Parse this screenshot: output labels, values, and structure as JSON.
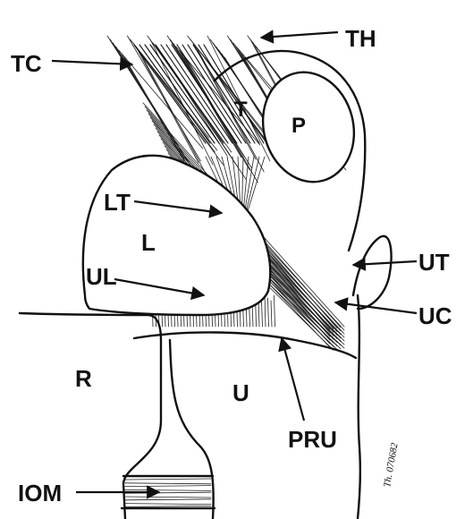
{
  "figure": {
    "labels": {
      "th": "TH",
      "tc": "TC",
      "t": "T",
      "p": "P",
      "lt": "LT",
      "l": "L",
      "ul": "UL",
      "ut": "UT",
      "uc": "UC",
      "r": "R",
      "u": "U",
      "pru": "PRU",
      "iom": "IOM"
    },
    "signature": "Th. 070682",
    "ink_color": "#111111",
    "background_color": "#ffffff"
  }
}
